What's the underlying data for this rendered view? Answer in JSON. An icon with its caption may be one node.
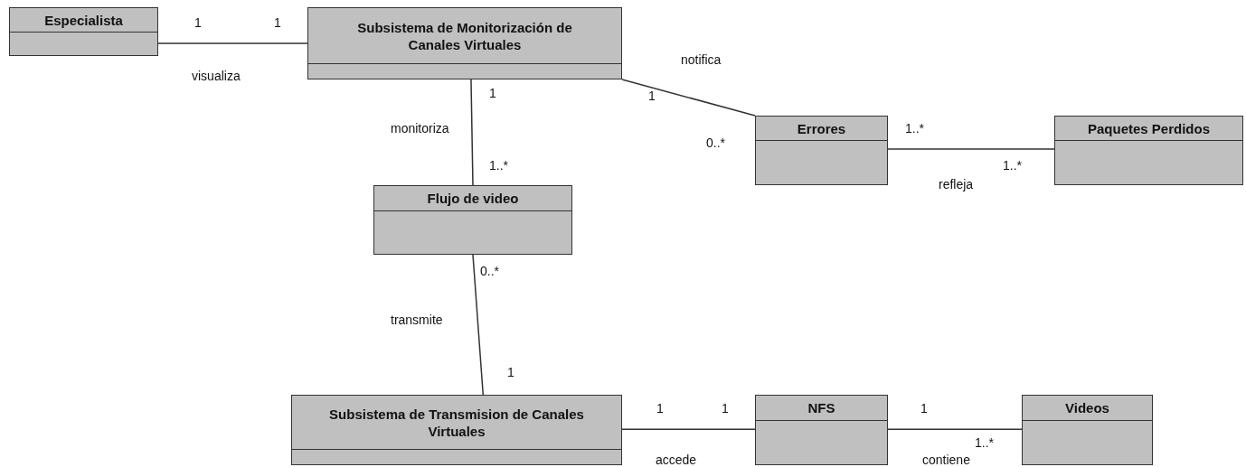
{
  "diagram": {
    "nodes": [
      {
        "text": [
          "Especialista"
        ]
      },
      {
        "text": [
          "Subsistema de Monitorización de Canales Virtuales"
        ]
      },
      {
        "text": [
          "Errores"
        ]
      },
      {
        "text": [
          "Paquetes Perdidos"
        ]
      },
      {
        "text": [
          "Flujo de video"
        ]
      },
      {
        "text": [
          "Subsistema de Transmision de Canales Virtuales"
        ]
      },
      {
        "text": [
          "NFS"
        ]
      },
      {
        "text": [
          "Videos"
        ]
      }
    ],
    "edges": [
      {
        "from": 0,
        "to": 1,
        "arrow": "none",
        "label": "visualiza"
      },
      {
        "from": 1,
        "to": 2,
        "arrow": "none",
        "label": "notifica"
      },
      {
        "from": 1,
        "to": 4,
        "arrow": "none",
        "label": "monitoriza"
      },
      {
        "from": 2,
        "to": 3,
        "arrow": "none",
        "label": "refleja"
      },
      {
        "from": 4,
        "to": 5,
        "arrow": "none",
        "label": "transmite"
      },
      {
        "from": 5,
        "to": 6,
        "arrow": "none",
        "label": "accede"
      },
      {
        "from": 6,
        "to": 7,
        "arrow": "none",
        "label": "contiene"
      }
    ],
    "labels": [
      "1",
      "1",
      "1",
      "1",
      "1..*",
      "0..*",
      "1..*",
      "1..*",
      "0..*",
      "1",
      "1",
      "1",
      "1",
      "1..*"
    ]
  }
}
